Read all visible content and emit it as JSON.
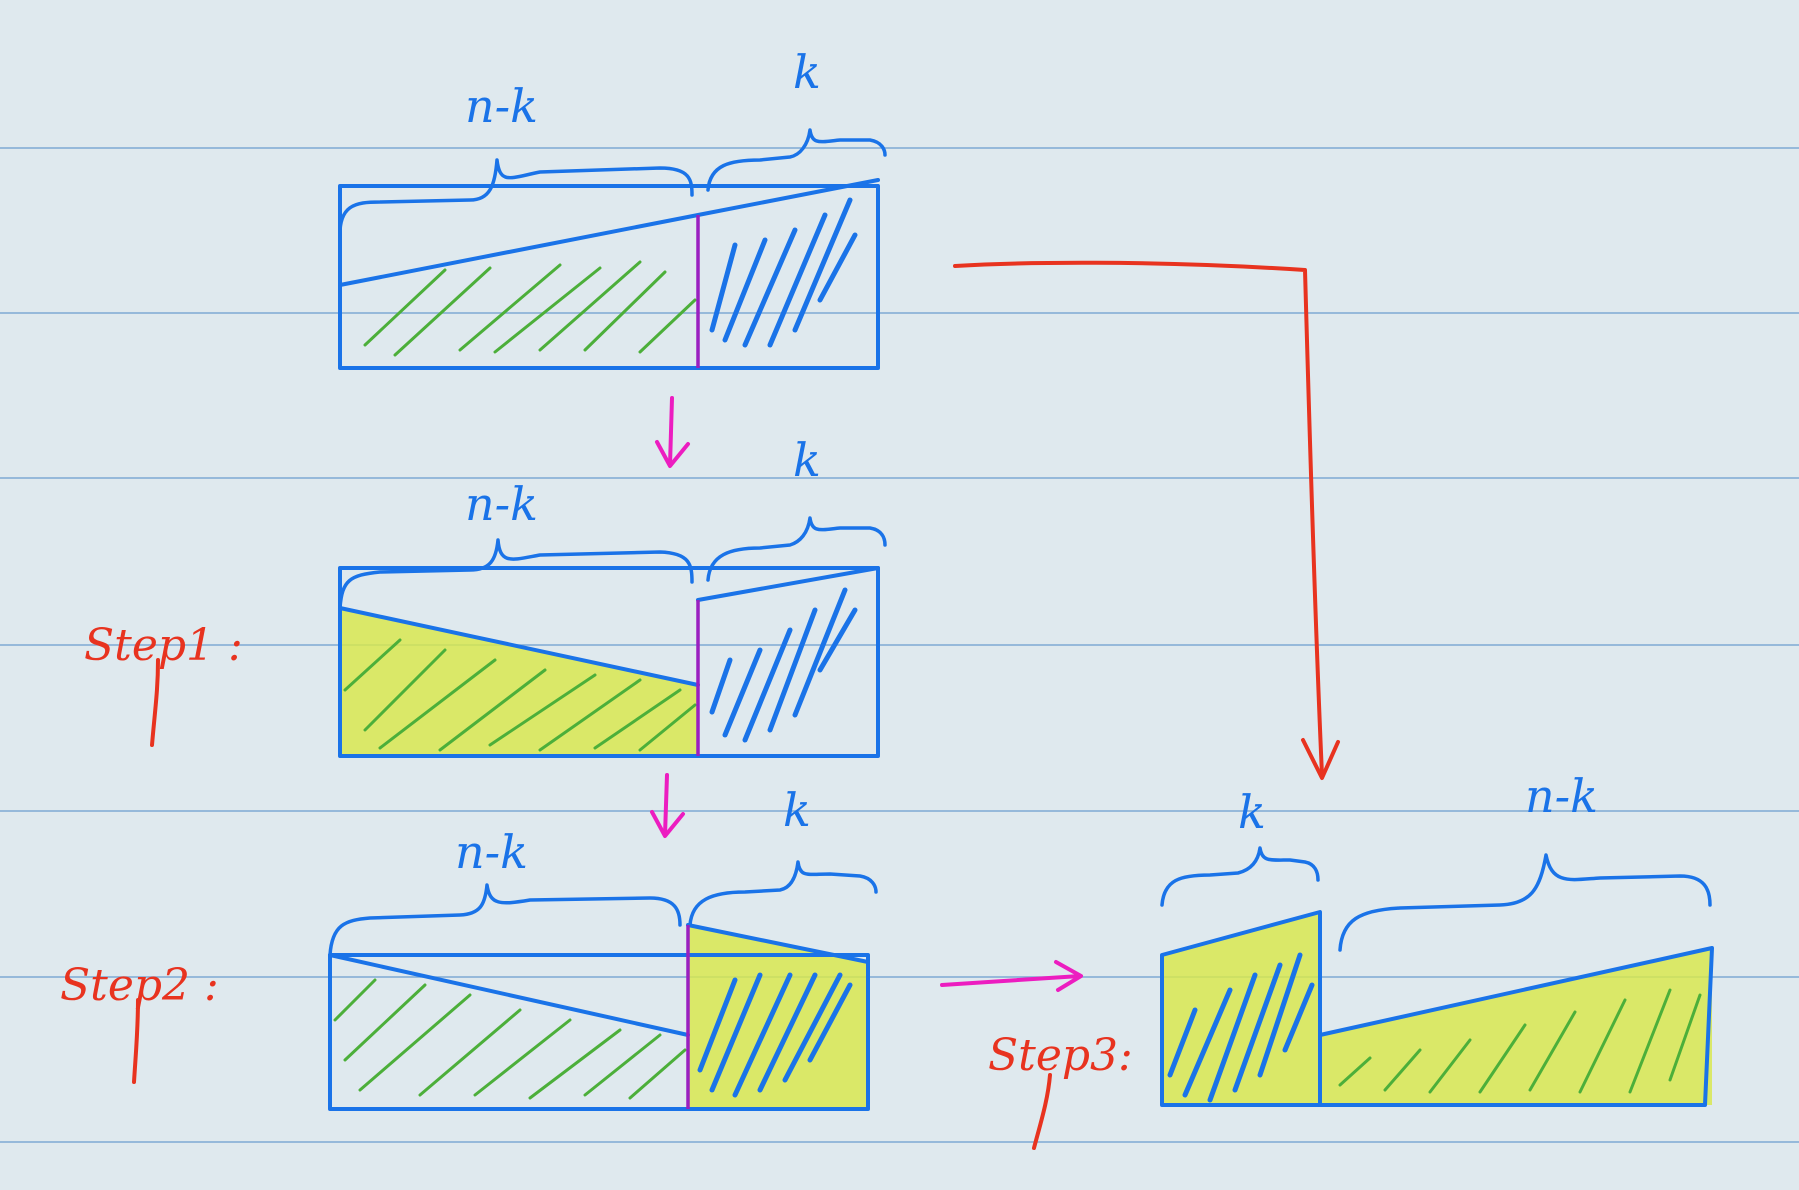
{
  "labels": {
    "n_minus_k": "n-k",
    "k": "k"
  },
  "steps": {
    "step1": "Step1 :",
    "step2": "Step2 :",
    "step3": "Step3:"
  },
  "colors": {
    "background": "#dfe9ee",
    "ruled_lines": "#6f9fd0",
    "blue_ink": "#1a73e8",
    "green_hatch": "#4caf3a",
    "highlight": "#d9e84a",
    "red_ink": "#e8331f",
    "magenta_arrows": "#ec1dc0",
    "purple_divider": "#9a1fc0"
  }
}
